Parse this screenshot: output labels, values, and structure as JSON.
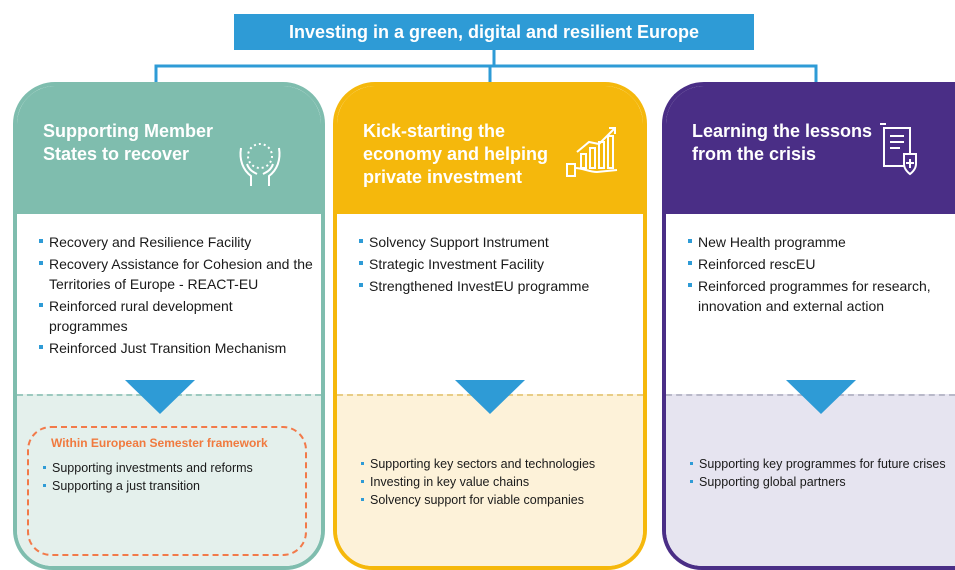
{
  "title": "Investing in a green, digital and resilient Europe",
  "accent": "#2e9bd6",
  "columns": [
    {
      "heading": "Supporting Member States to recover",
      "color": "#7fbdae",
      "icon": "hands-circle-icon",
      "items": [
        "Recovery and Resilience Facility",
        "Recovery Assistance for Cohesion and the Territories of Europe - REACT-EU",
        "Reinforced rural development programmes",
        "Reinforced Just Transition Mechanism"
      ],
      "framework_title": "Within European Semester framework",
      "outcomes": [
        "Supporting investments and reforms",
        "Supporting a just transition"
      ]
    },
    {
      "heading": "Kick-starting the economy and helping private investment",
      "color": "#f5b80c",
      "icon": "growth-chart-hand-icon",
      "items": [
        "Solvency Support Instrument",
        "Strategic Investment Facility",
        "Strengthened InvestEU programme"
      ],
      "outcomes": [
        "Supporting key sectors and technologies",
        "Investing in key value chains",
        "Solvency support for viable companies"
      ]
    },
    {
      "heading": "Learning the lessons from the crisis",
      "color": "#4a2e86",
      "icon": "health-document-shield-icon",
      "items": [
        "New Health programme",
        "Reinforced rescEU",
        "Reinforced programmes for research, innovation and external action"
      ],
      "outcomes": [
        "Supporting key programmes for future crises",
        "Supporting global partners"
      ]
    }
  ]
}
